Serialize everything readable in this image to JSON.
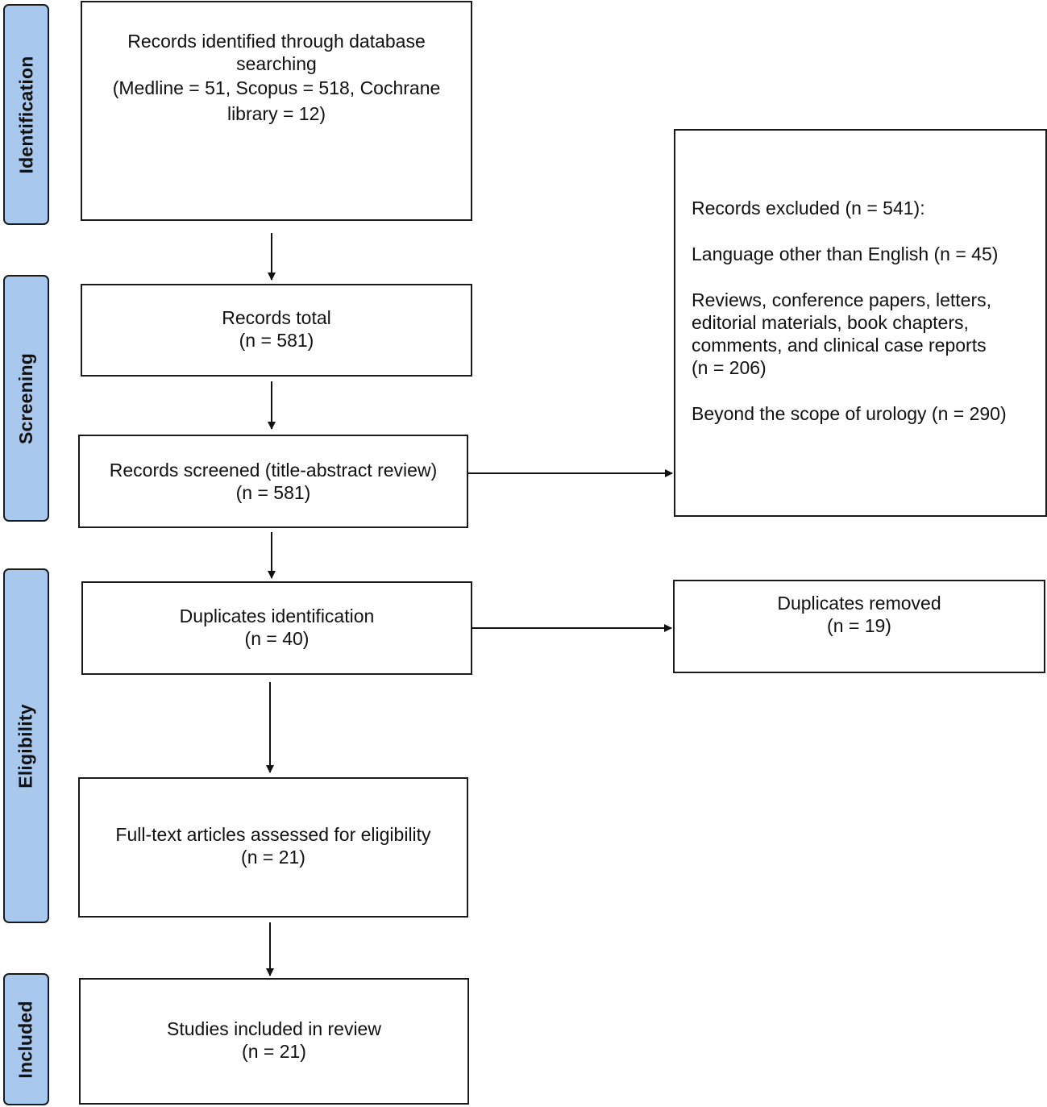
{
  "stages": {
    "identification": "Identification",
    "screening": "Screening",
    "eligibility": "Eligibility",
    "included": "Included"
  },
  "boxes": {
    "identified": {
      "line1": "Records identified through database",
      "line2": "searching",
      "line3": "(Medline = 51, Scopus = 518, Cochrane",
      "line4": "library = 12)"
    },
    "records_total": {
      "title": "Records total",
      "count": "(n = 581)"
    },
    "screened": {
      "title": "Records screened (title-abstract review)",
      "count": "(n = 581)"
    },
    "excluded": {
      "header": "Records excluded (n = 541):",
      "language": "Language other than English (n = 45)",
      "reviews_line1": "Reviews, conference papers, letters,",
      "reviews_line2": "editorial materials, book chapters,",
      "reviews_line3": "comments, and clinical case reports",
      "reviews_line4": "(n = 206)",
      "scope": "Beyond the scope of urology (n = 290)"
    },
    "duplicates_identification": {
      "title": "Duplicates identification",
      "count": "(n = 40)"
    },
    "duplicates_removed": {
      "title": "Duplicates removed",
      "count": "(n = 19)"
    },
    "full_text": {
      "title": "Full-text articles assessed for eligibility",
      "count": "(n = 21)"
    },
    "included": {
      "title": "Studies included in review",
      "count": "(n = 21)"
    }
  }
}
